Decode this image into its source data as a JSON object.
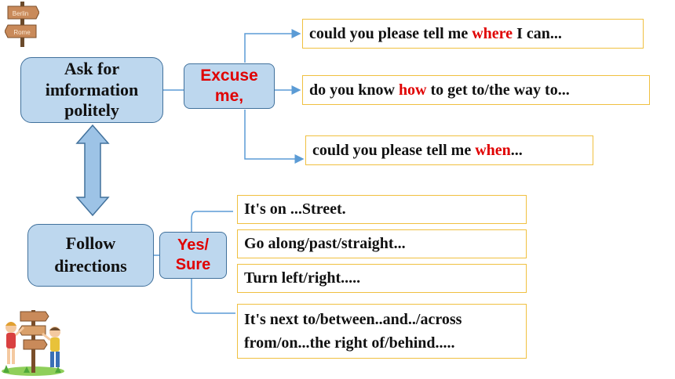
{
  "colors": {
    "node_fill": "#bdd7ee",
    "node_border": "#41719c",
    "box_border": "#f0c040",
    "highlight": "#e00000",
    "line": "#5b9bd5"
  },
  "top_node": {
    "text": "Ask for imformation politely"
  },
  "top_connector": {
    "text": "Excuse me,"
  },
  "top_options": [
    {
      "before": "could you please tell me ",
      "highlight": "where",
      "after": " I can..."
    },
    {
      "before": "do you know ",
      "highlight": "how",
      "after": " to get to/the way to..."
    },
    {
      "before": "could you please tell me ",
      "highlight": "when",
      "after": "..."
    }
  ],
  "bottom_node": {
    "text": "Follow directions"
  },
  "bottom_connector": {
    "text": "Yes/ Sure"
  },
  "bottom_options": [
    {
      "text": "It's on ...Street."
    },
    {
      "text": "Go along/past/straight..."
    },
    {
      "text": "Turn left/right....."
    },
    {
      "text": "It's next to/between..and../across from/on...the right of/behind....."
    }
  ],
  "signpost_labels": [
    "Berlin",
    "Rome"
  ],
  "icons": [
    "signpost-icon",
    "kids-signpost-illustration",
    "double-arrow-icon"
  ]
}
